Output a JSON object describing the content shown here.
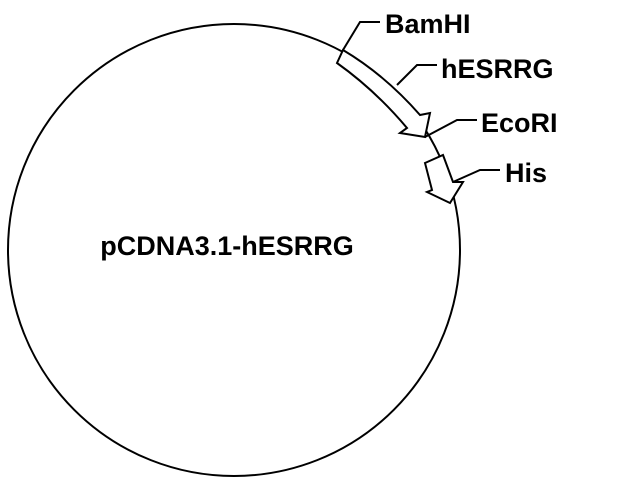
{
  "plasmid": {
    "name": "pCDNA3.1-hESRRG",
    "features": [
      {
        "label": "BamHI",
        "kind": "site"
      },
      {
        "label": "hESRRG",
        "kind": "gene-arrow"
      },
      {
        "label": "EcoRI",
        "kind": "site"
      },
      {
        "label": "His",
        "kind": "tag-arrow"
      }
    ]
  },
  "colors": {
    "stroke": "#000000",
    "background": "#ffffff"
  }
}
